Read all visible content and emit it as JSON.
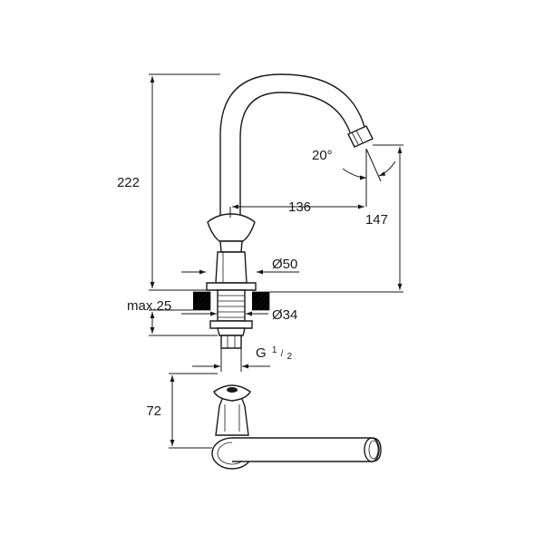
{
  "dimensions": {
    "height_total": "222",
    "angle": "20°",
    "reach": "136",
    "spout_height": "147",
    "diameter_base": "Ø50",
    "max_thickness": "max.25",
    "diameter_hole": "Ø34",
    "thread_g": "G",
    "thread_num": "1",
    "thread_den": "2",
    "depth": "72"
  },
  "colors": {
    "line": "#1a1a1a",
    "background": "#ffffff"
  }
}
